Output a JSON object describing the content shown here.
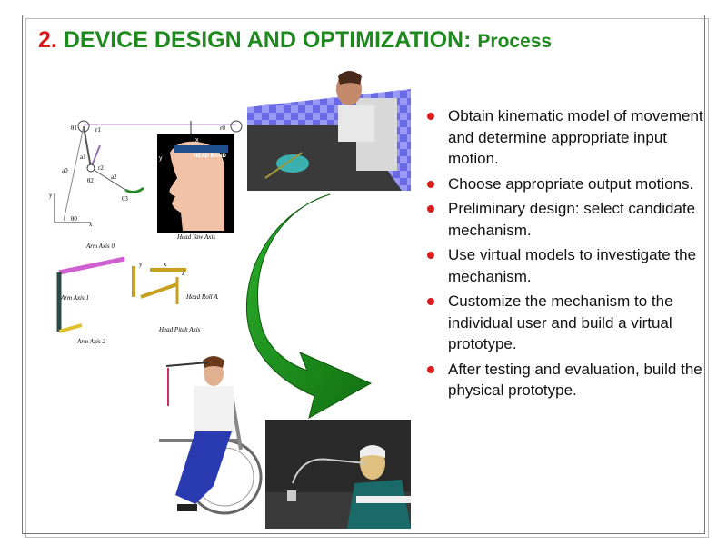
{
  "title": {
    "number": "2.",
    "main": "DEVICE DESIGN AND OPTIMIZATION:",
    "subtitle": "Process"
  },
  "bullets": [
    "Obtain kinematic model of movement and determine appropriate input motion.",
    "Choose appropriate output motions.",
    "Preliminary design: select candidate mechanism.",
    "Use virtual models to investigate the mechanism.",
    "Customize the mechanism to the individual user and build a virtual prototype.",
    "After testing and evaluation, build the physical prototype."
  ],
  "kinematic_diagram": {
    "labels": [
      "θ1",
      "r1",
      "r0",
      "a1",
      "r2",
      "a2",
      "θ2",
      "a0",
      "θ3",
      "y",
      "x",
      "θ0"
    ]
  },
  "head_figure": {
    "labels": [
      "x",
      "y",
      "HEAD BAND"
    ]
  },
  "mechanism_diagram": {
    "labels": [
      "Arm Axis 0",
      "Head Yaw Axis",
      "y",
      "x",
      "z",
      "Arm Axis 1",
      "Head Roll Axis",
      "Head Pitch Axis",
      "Arm Axis 2"
    ]
  },
  "colors": {
    "title_green": "#1e8a1e",
    "title_red": "#d81b1b",
    "arrow_green": "#1c9a1c",
    "bullet_red": "#d81b1b"
  },
  "icons": [
    "curved-arrow-icon",
    "bullet-dot-icon"
  ]
}
